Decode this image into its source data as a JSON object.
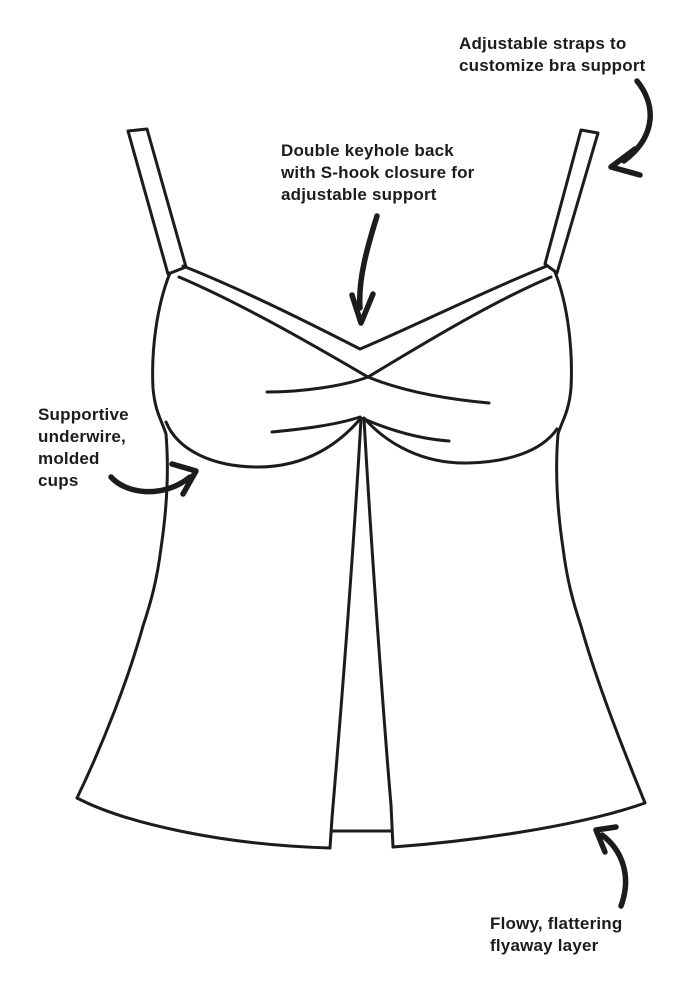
{
  "colors": {
    "ink": "#1c1c1c",
    "paper": "#ffffff"
  },
  "labels": {
    "straps": "Adjustable straps to\ncustomize bra support",
    "keyhole": "Double keyhole back\nwith S-hook closure for\nadjustable support",
    "underwire": "Supportive\nunderwire,\nmolded\ncups",
    "flyaway": "Flowy, flattering\nflyaway layer"
  }
}
